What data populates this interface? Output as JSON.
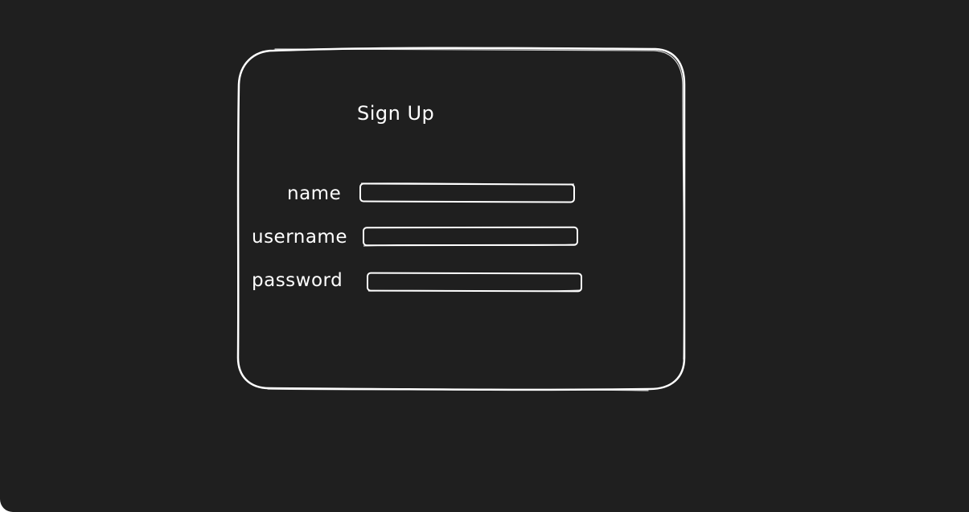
{
  "form": {
    "title": "Sign Up",
    "fields": [
      {
        "label": "name",
        "value": "",
        "placeholder": ""
      },
      {
        "label": "username",
        "value": "",
        "placeholder": ""
      },
      {
        "label": "password",
        "value": "",
        "placeholder": ""
      }
    ]
  },
  "colors": {
    "background": "#1f1f1f",
    "stroke": "#ffffff"
  }
}
